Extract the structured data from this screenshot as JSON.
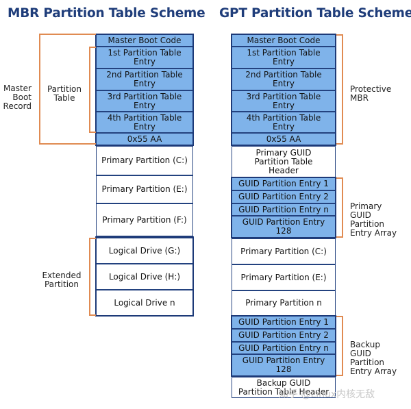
{
  "mbr": {
    "title": "MBR Partition Table Scheme",
    "cells": [
      "Master Boot Code",
      "1st Partition Table\nEntry",
      "2nd Partition Table\nEntry",
      "3rd Partition Table\nEntry",
      "4th Partition Table\nEntry",
      "0x55 AA",
      "Primary Partition (C:)",
      "Primary Partition (E:)",
      "Primary Partition (F:)",
      "Logical Drive (G:)",
      "Logical Drive (H:)",
      "Logical Drive n"
    ],
    "labels": {
      "master_boot_record": "Master\nBoot\nRecord",
      "partition_table": "Partition\nTable",
      "extended_partition": "Extended\nPartition"
    }
  },
  "gpt": {
    "title": "GPT Partition Table Scheme",
    "cells": [
      "Master Boot Code",
      "1st Partition Table\nEntry",
      "2nd Partition Table\nEntry",
      "3rd Partition Table\nEntry",
      "4th Partition Table\nEntry",
      "0x55 AA",
      "Primary GUID\nPartition Table\nHeader",
      "GUID Partition Entry 1",
      "GUID Partition Entry 2",
      "GUID Partition Entry n",
      "GUID Partition Entry\n128",
      "Primary Partition (C:)",
      "Primary Partition (E:)",
      "Primary Partition n",
      "GUID Partition Entry 1",
      "GUID Partition Entry 2",
      "GUID Partition Entry n",
      "GUID Partition Entry\n128",
      "Backup GUID\nPartition Table Header"
    ],
    "labels": {
      "protective_mbr": "Protective\nMBR",
      "primary_guid_entry_array": "Primary\nGUID\nPartition\nEntry Array",
      "backup_guid_entry_array": "Backup\nGUID\nPartition\nEntry Array"
    }
  },
  "watermark": "知乎 @Linux内核无敌",
  "colors": {
    "title": "#1f3d7a",
    "cell_blue": "#7fb3ea",
    "cell_border": "#23427f",
    "bracket": "#e08b52"
  }
}
